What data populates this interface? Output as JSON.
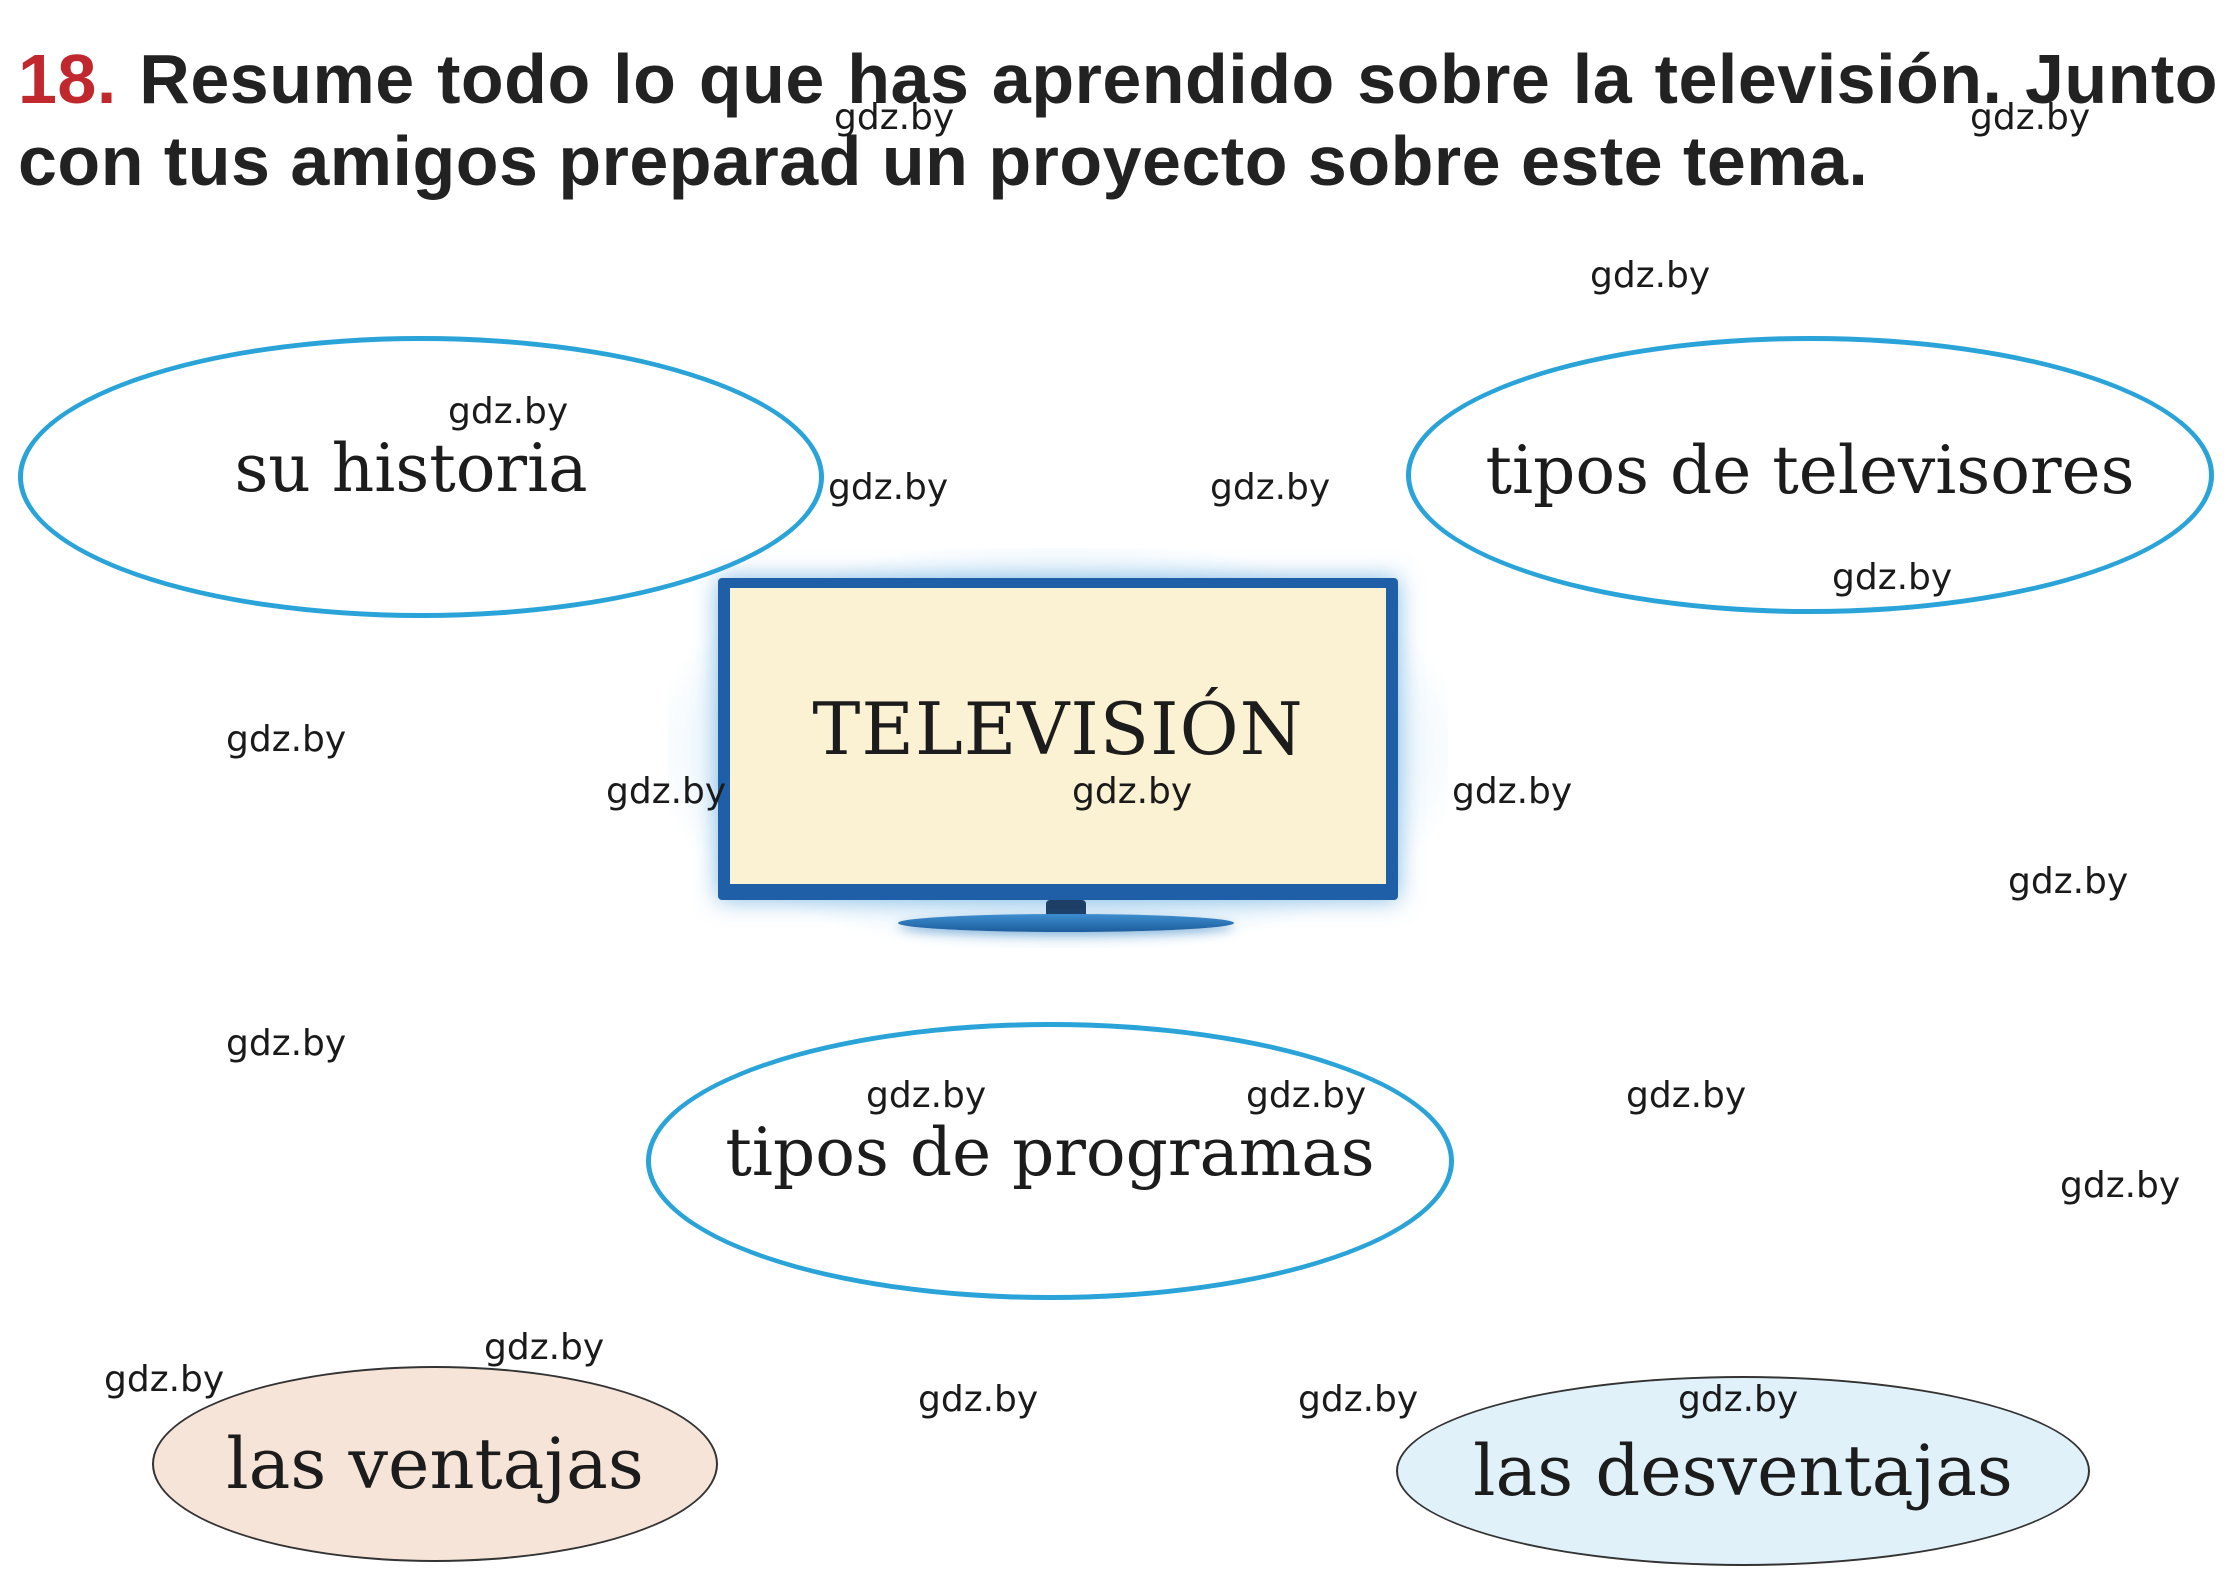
{
  "task": {
    "number": "18.",
    "text": "Resume todo lo que has aprendido sobre la televisión. Junto con tus amigos preparad un proyecto sobre este tema."
  },
  "center": {
    "label": "TELEVISIÓN"
  },
  "bubbles": {
    "historia": "su historia",
    "televisores": "tipos de televisores",
    "programas": "tipos de programas",
    "ventajas": "las ventajas",
    "desventajas": "las desventajas"
  },
  "watermark": "gdz.by",
  "colors": {
    "accent_number": "#c0282d",
    "bubble_border": "#2aa3d8",
    "ventajas_fill": "#f6e4d9",
    "desventajas_fill": "#e0f1fa",
    "tv_frame": "#1f5fa7",
    "tv_screen": "#fbf1d3"
  }
}
